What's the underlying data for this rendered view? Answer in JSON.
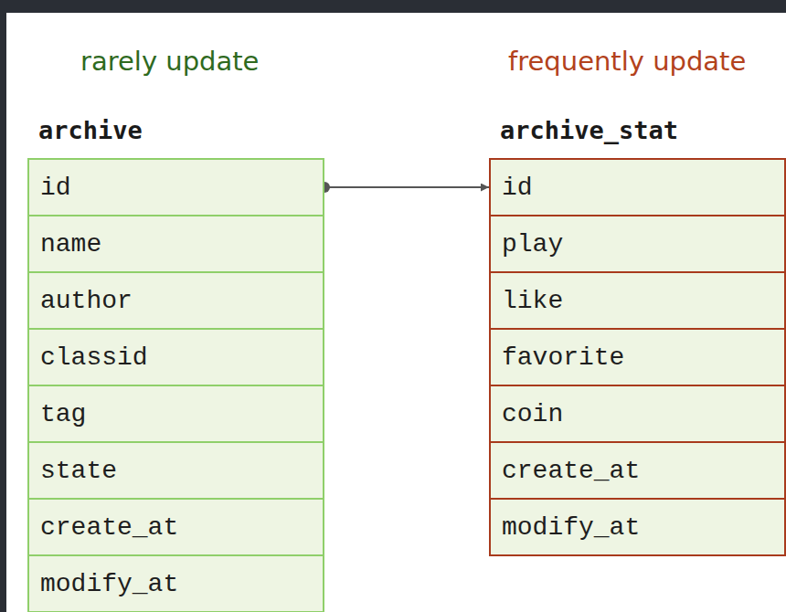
{
  "diagram": {
    "nodes": [
      {
        "text": [
          "archive"
        ]
      },
      {
        "text": [
          "id"
        ],
        "in": 0
      },
      {
        "text": [
          "name"
        ],
        "in": 0
      },
      {
        "text": [
          "author"
        ],
        "in": 0
      },
      {
        "text": [
          "classid"
        ],
        "in": 0
      },
      {
        "text": [
          "tag"
        ],
        "in": 0
      },
      {
        "text": [
          "state"
        ],
        "in": 0
      },
      {
        "text": [
          "create_at"
        ],
        "in": 0
      },
      {
        "text": [
          "modify_at"
        ],
        "in": 0
      },
      {
        "text": [
          "archive_stat"
        ]
      },
      {
        "text": [
          "id"
        ],
        "in": 9
      },
      {
        "text": [
          "play"
        ],
        "in": 9
      },
      {
        "text": [
          "like"
        ],
        "in": 9
      },
      {
        "text": [
          "favorite"
        ],
        "in": 9
      },
      {
        "text": [
          "coin"
        ],
        "in": 9
      },
      {
        "text": [
          "create_at"
        ],
        "in": 9
      },
      {
        "text": [
          "modify_at"
        ],
        "in": 9
      }
    ],
    "edges": [
      {
        "from": 1,
        "to": 10,
        "arrow": "to"
      }
    ],
    "labels": [
      "rarely update",
      "frequently update"
    ]
  }
}
